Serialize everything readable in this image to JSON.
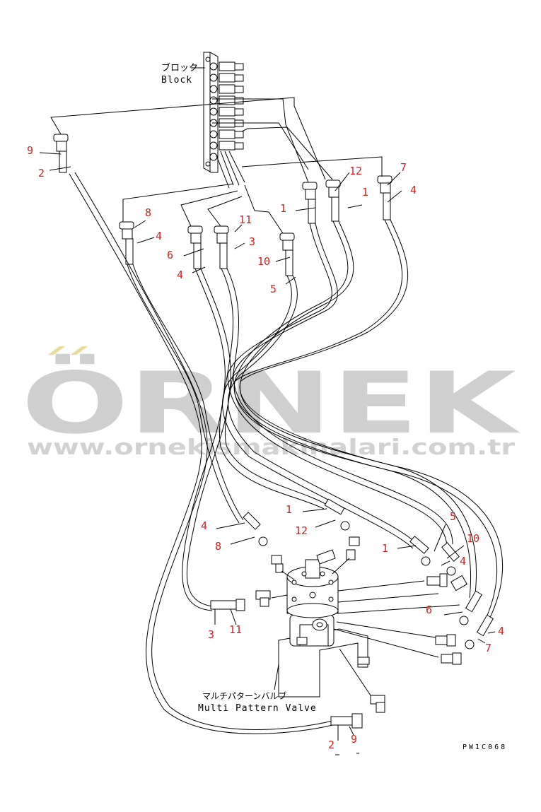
{
  "labels": {
    "block_jp": "ブロック",
    "block_en": "Block",
    "valve_jp": "マルチパターンバルブ",
    "valve_en": "Multi Pattern Valve",
    "drawing_code": "PW1C068"
  },
  "callouts": [
    "9",
    "2",
    "12",
    "7",
    "1",
    "4",
    "1",
    "8",
    "4",
    "11",
    "3",
    "6",
    "4",
    "10",
    "5",
    "1",
    "12",
    "4",
    "8",
    "1",
    "5",
    "10",
    "4",
    "3",
    "11",
    "6",
    "4",
    "7",
    "2",
    "9"
  ],
  "watermark": {
    "brand": "ÖRNEK",
    "url": "www.ornekismakinalari.com.tr"
  },
  "colors": {
    "callout": "#d42020",
    "line": "#000000",
    "watermark": "#cfcfcf",
    "watermark_url": "#d2d2d2",
    "watermark_accent": "#e8dc9a"
  }
}
